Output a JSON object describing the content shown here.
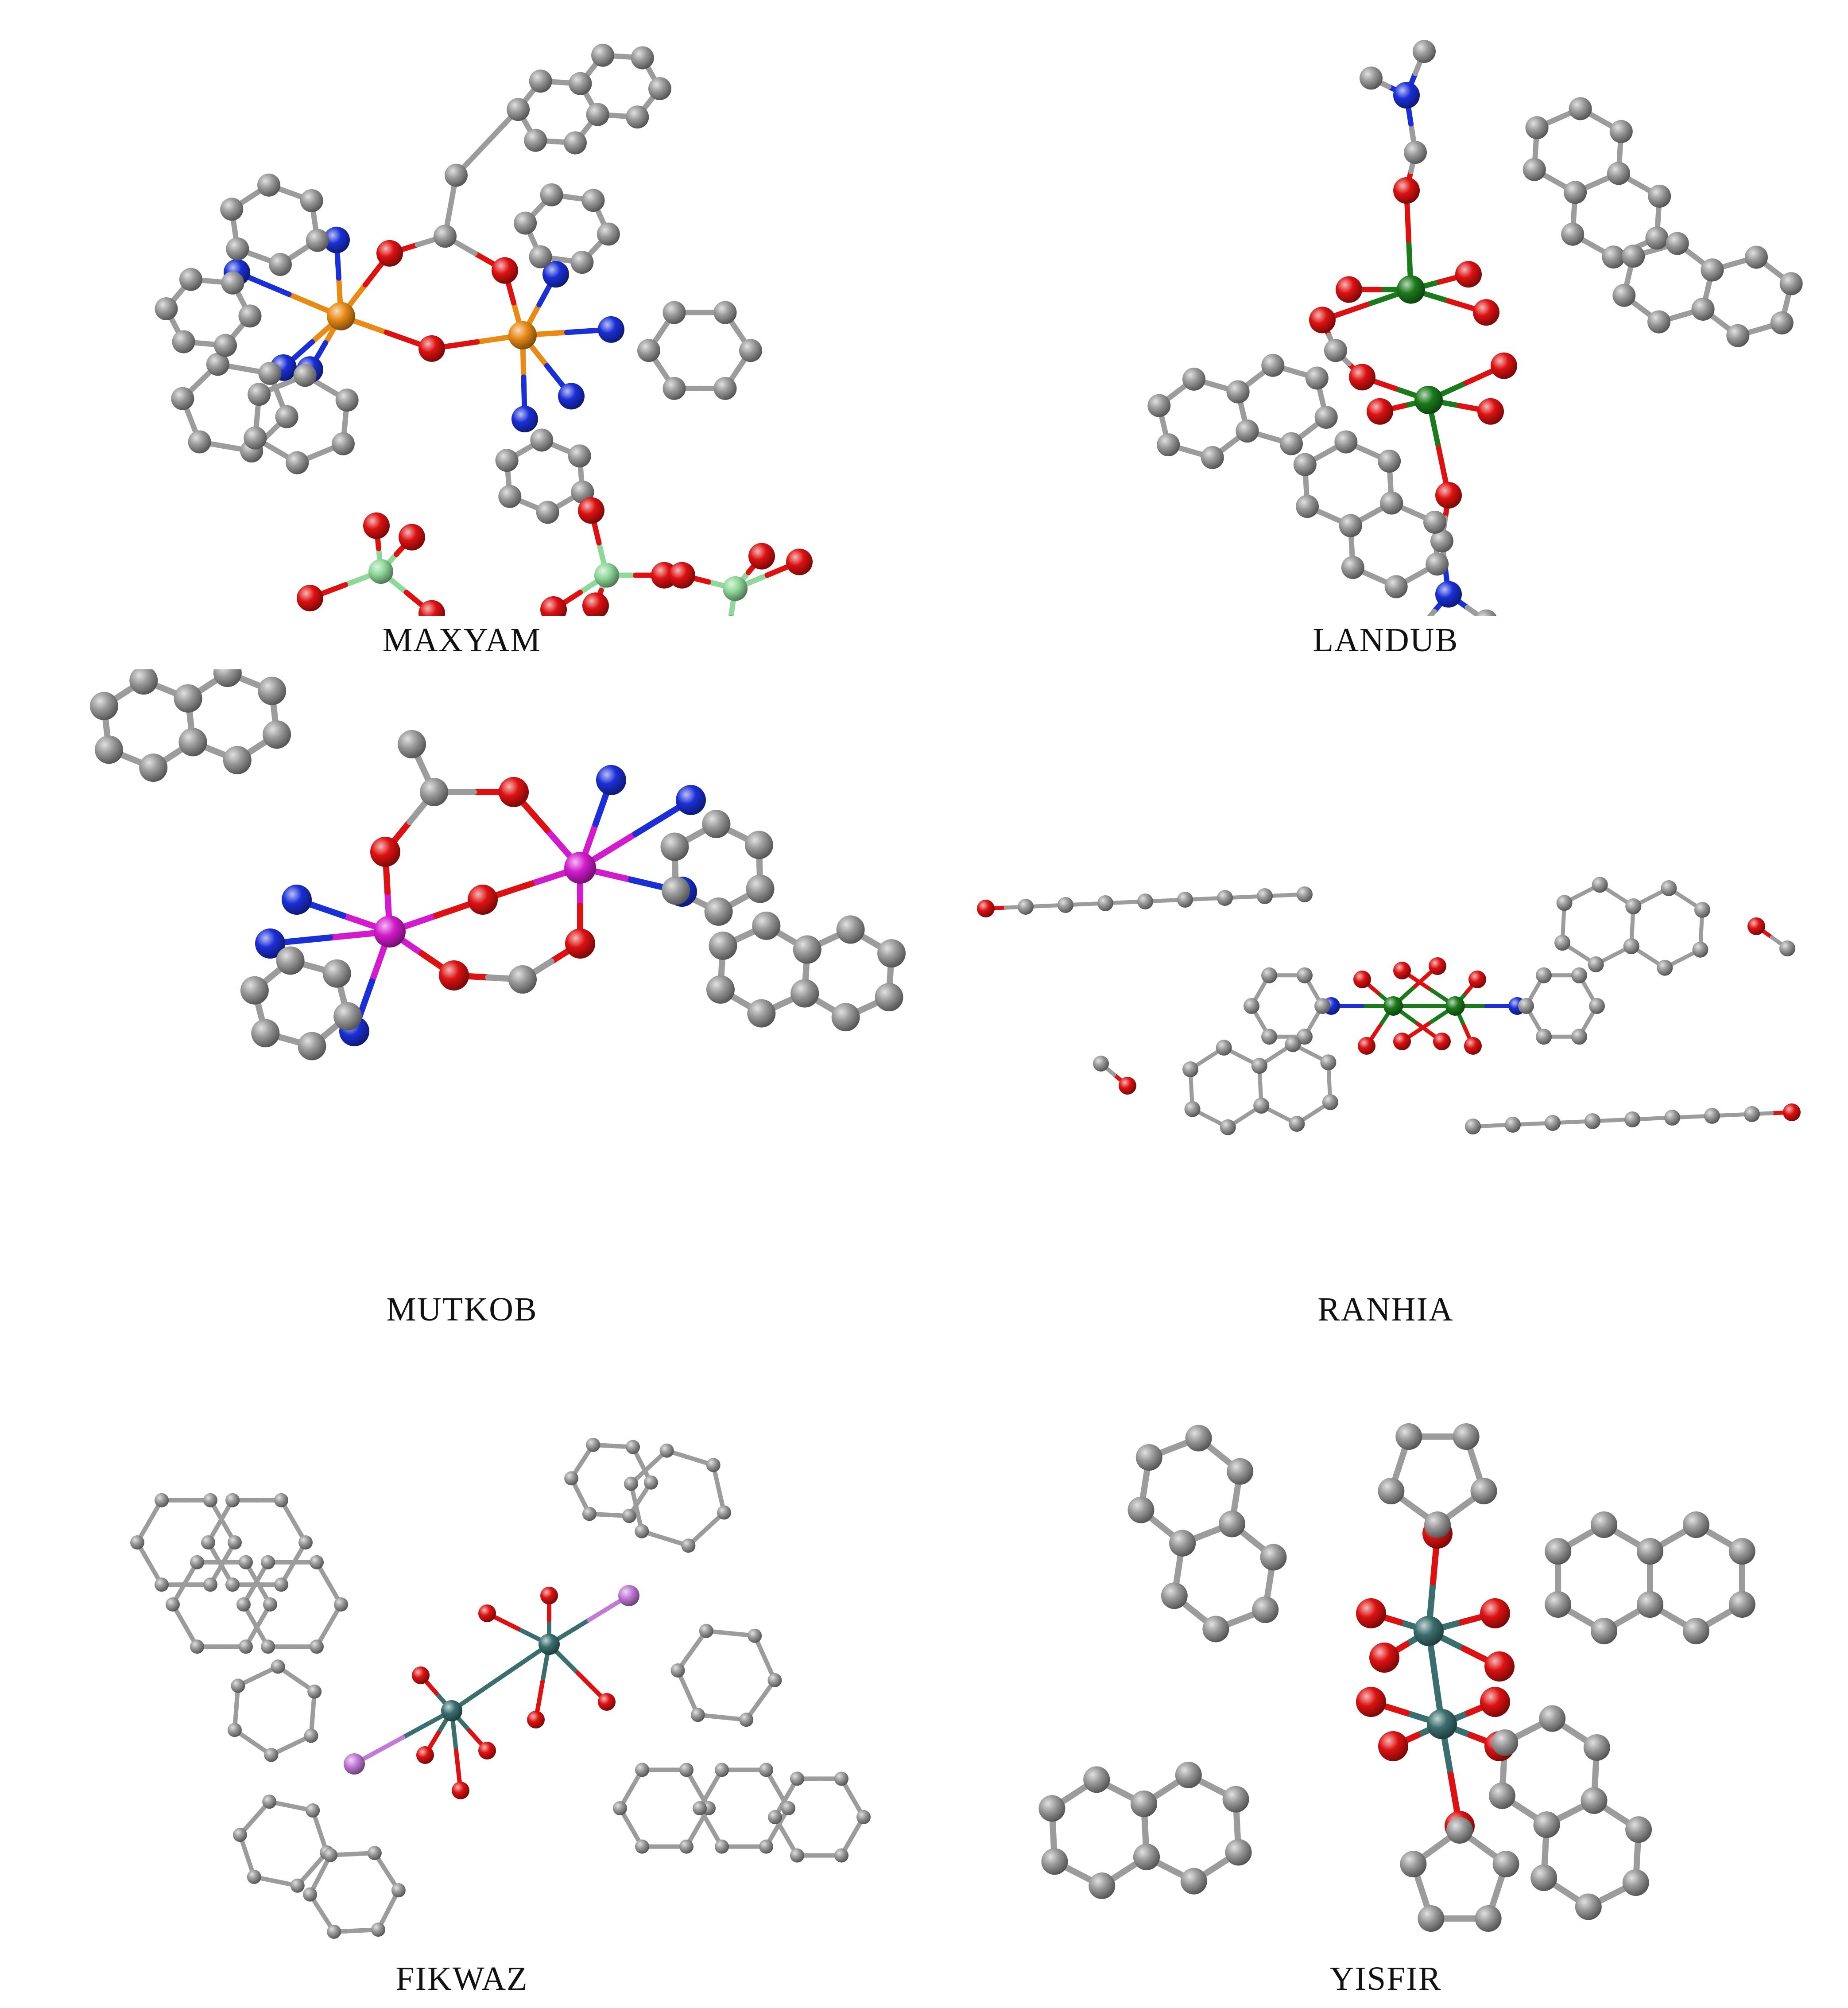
{
  "figure": {
    "panels": [
      {
        "label": "MAXYAM"
      },
      {
        "label": "LANDUB"
      },
      {
        "label": "MUTKOB"
      },
      {
        "label": "RANHIA"
      },
      {
        "label": "FIKWAZ"
      },
      {
        "label": "YISFIR"
      }
    ]
  },
  "colors": {
    "carbon": "#9a9a9a",
    "oxygen": "#dd1111",
    "nitrogen": "#1a2fd6",
    "bond": "#9c9c9c",
    "chlorine": "#8fd89a",
    "metal_MAXYAM": "#e88a16",
    "metal_LANDUB": "#1b7a1b",
    "metal_MUTKOB": "#d21bcc",
    "metal_RANHIA": "#1b7a1b",
    "metal_FIKWAZ": "#3b6e6e",
    "metal_YISFIR": "#3b6e6e",
    "phosphorus": "#c27ad6"
  }
}
